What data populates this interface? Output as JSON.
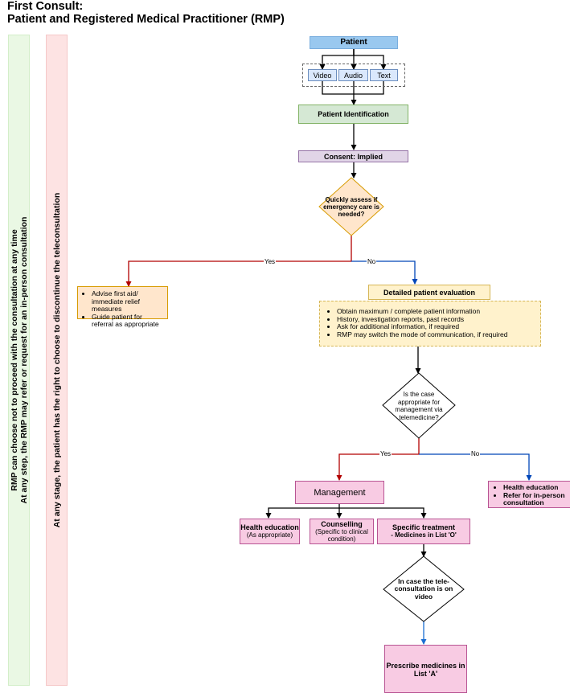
{
  "header": {
    "title_line1": "First Consult:",
    "title_line2": "Patient and Registered Medical Practitioner (RMP)"
  },
  "side_notes": {
    "rmp_line1": "RMP can choose not to proceed with the consultation at any time",
    "rmp_line2": "At any step, the RMP may refer or request for an in-person consultation",
    "patient": "At any stage, the patient has the right to choose to discontinue the teleconsultation"
  },
  "flow": {
    "patient": "Patient",
    "modes": [
      "Video",
      "Audio",
      "Text"
    ],
    "identification": "Patient Identification",
    "consent": "Consent: Implied",
    "assess_question": "Quickly assess if emergency care is needed?",
    "yes_label": "Yes",
    "no_label": "No",
    "emergency_actions": [
      "Advise first aid/ immediate relief measures",
      "Guide patient for referral as appropriate"
    ],
    "evaluation_title": "Detailed patient evaluation",
    "evaluation_items": [
      "Obtain maximum / complete patient information",
      "History, investigation reports, past records",
      "Ask for additional information, if required",
      "RMP may switch the mode of communication, if required"
    ],
    "case_question": "Is the case appropriate for management via telemedicine?",
    "case_yes": "Yes",
    "case_no": "No",
    "referral_items": [
      "Health education",
      "Refer for in-person consultation"
    ],
    "management": "Management",
    "health_ed_title": "Health education",
    "health_ed_sub": "(As appropriate)",
    "counselling_title": "Counselling",
    "counselling_sub": "(Specific to clinical condition)",
    "specific_title": "Specific treatment",
    "specific_sub": "- Medicines in List 'O'",
    "video_question": "In case the tele-consultation is on video",
    "prescribe": "Prescribe medicines in List 'A'"
  },
  "colors": {
    "edge": "#000000",
    "yes_edge": "#b20000",
    "no_edge": "#0046b8",
    "video_edge": "#1b6ed2"
  }
}
